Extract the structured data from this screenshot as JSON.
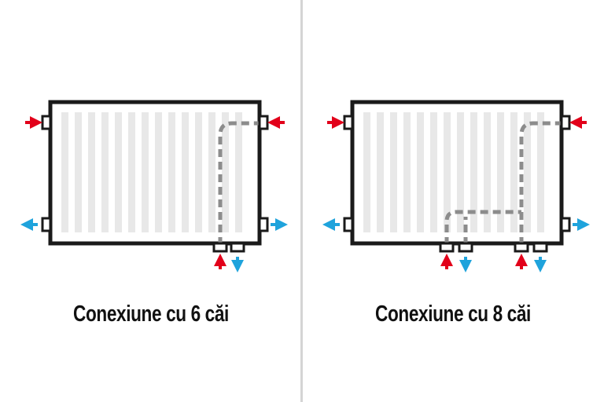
{
  "panels": [
    {
      "caption": "Conexiune cu 6 căi",
      "connections": 6
    },
    {
      "caption": "Conexiune cu 8 căi",
      "connections": 8
    }
  ],
  "colors": {
    "flow_in": "#e2001a",
    "flow_out": "#1fa3dc",
    "frame": "#1a1a1a",
    "fins": "#e6e6e6",
    "pipe": "#8c8c8c",
    "divider": "#d4d4d4"
  },
  "icons": [
    "arrow-in-red-icon",
    "arrow-out-blue-icon"
  ]
}
